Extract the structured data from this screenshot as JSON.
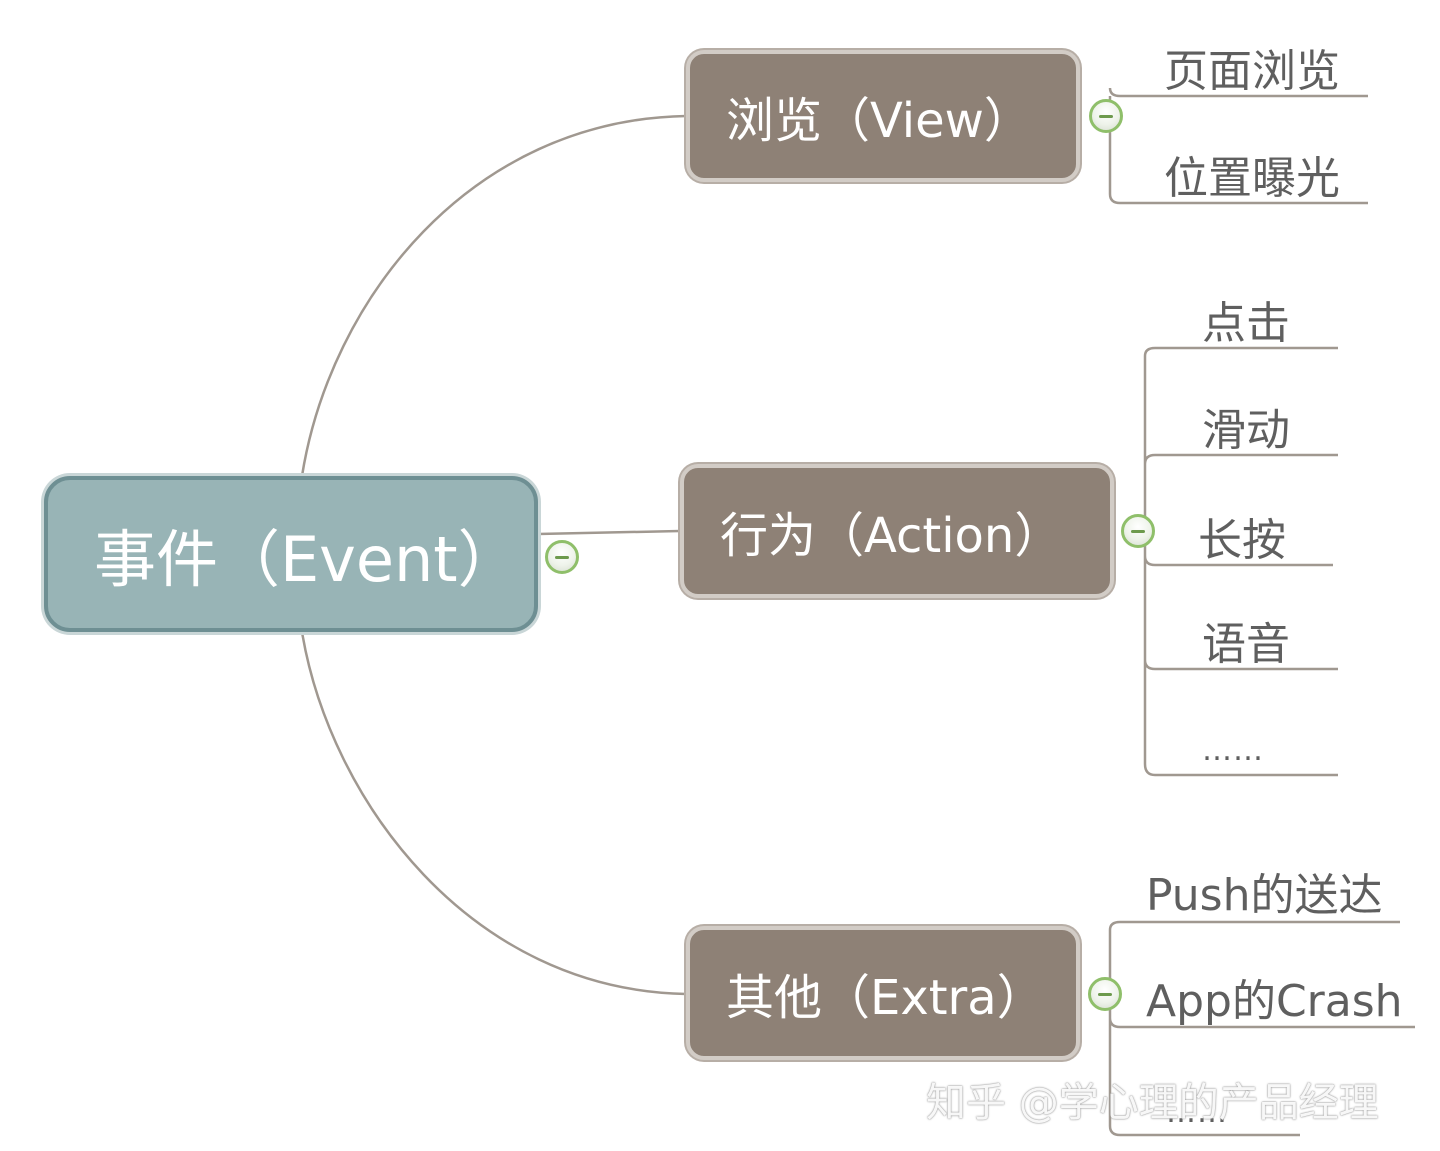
{
  "root": {
    "label": "事件（Event）"
  },
  "branches": {
    "view": {
      "label": "浏览（View）",
      "children": [
        "页面浏览",
        "位置曝光"
      ]
    },
    "action": {
      "label": "行为（Action）",
      "children": [
        "点击",
        "滑动",
        "长按",
        "语音",
        "……"
      ]
    },
    "extra": {
      "label": "其他（Extra）",
      "children": [
        "Push的送达",
        "App的Crash",
        "……"
      ]
    }
  },
  "watermark": "知乎 @学心理的产品经理",
  "colors": {
    "root_fill": "#98b4b6",
    "branch_fill": "#8e8176",
    "connector": "#a09890",
    "collapse_ring": "#8fbf6a"
  }
}
